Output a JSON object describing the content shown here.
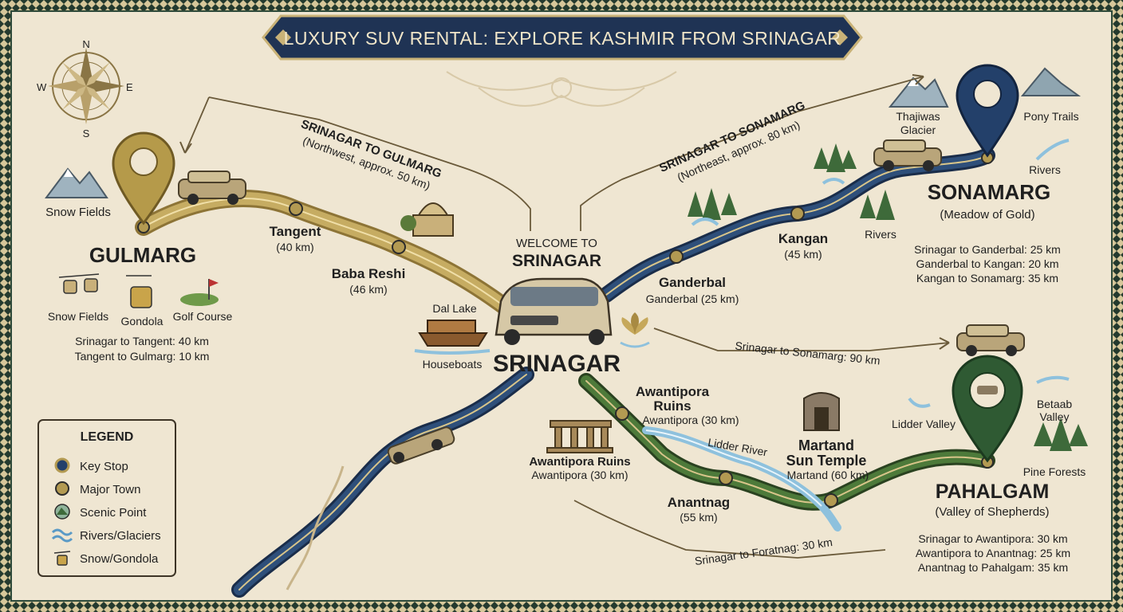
{
  "title": "LUXURY SUV RENTAL: EXPLORE KASHMIR FROM SRINAGAR",
  "compass": {
    "n": "N",
    "s": "S",
    "e": "E",
    "w": "W"
  },
  "center": {
    "welcome": "WELCOME TO",
    "welcome_city": "SRINAGAR",
    "city": "SRINAGAR",
    "dal_lake": "Dal Lake",
    "houseboats": "Houseboats"
  },
  "gulmarg": {
    "name": "GULMARG",
    "route_title": "SRINAGAR TO GULMARG",
    "route_sub": "(Northwest, approx. 50 km)",
    "stops": [
      {
        "name": "Tangent",
        "dist": "(40 km)"
      },
      {
        "name": "Baba Reshi",
        "dist": "(46 km)"
      }
    ],
    "attractions": [
      "Snow Fields",
      "Snow Fields",
      "Gondola",
      "Golf Course"
    ],
    "distances": [
      "Srinagar to Tangent: 40 km",
      "Tangent to Gulmarg: 10 km"
    ]
  },
  "sonamarg": {
    "name": "SONAMARG",
    "tagline": "(Meadow of Gold)",
    "route_title": "SRINAGAR TO SONAMARG",
    "route_sub": "(Northeast, approx. 80 km)",
    "stops": [
      {
        "name": "Ganderbal",
        "dist": "Ganderbal (25 km)"
      },
      {
        "name": "Kangan",
        "dist": "(45 km)"
      }
    ],
    "attractions": [
      "Thajiwas",
      "Glacier",
      "Pony Trails",
      "Rivers",
      "Rivers"
    ],
    "distances": [
      "Srinagar to Ganderbal: 25 km",
      "Ganderbal to Kangan: 20 km",
      "Kangan to Sonamarg: 35 km"
    ],
    "arrow_label": "Srinagar to Sonamarg: 90 km"
  },
  "pahalgam": {
    "name": "PAHALGAM",
    "tagline": "(Valley of Shepherds)",
    "stops": [
      {
        "name": "Awantipora",
        "name2": "Ruins",
        "dist": "Awantipora (30 km)"
      },
      {
        "name": "Anantnag",
        "dist": "(55 km)"
      },
      {
        "name": "Martand",
        "name2": "Sun Temple",
        "dist": "Martand (60 km)"
      }
    ],
    "left_ruins": {
      "name": "Awantipora Ruins",
      "dist": "Awantipora (30 km)"
    },
    "river": "Lidder River",
    "attractions": [
      "Lidder Valley",
      "Betaab",
      "Valley",
      "Pine Forests"
    ],
    "distances": [
      "Srinagar to Awantipora: 30 km",
      "Awantipora to Anantnag: 25 km",
      "Anantnag to Pahalgam: 35 km"
    ],
    "arrow_label": "Srinagar to Foratnag: 30 km"
  },
  "legend": {
    "title": "LEGEND",
    "items": [
      "Key Stop",
      "Major Town",
      "Scenic Point",
      "Rivers/Glaciers",
      "Snow/Gondola"
    ]
  },
  "colors": {
    "gold": "#b39a52",
    "navy": "#1f3658",
    "green": "#3b5a2e",
    "parchment": "#efe6d2",
    "river": "#8ec1dd"
  }
}
